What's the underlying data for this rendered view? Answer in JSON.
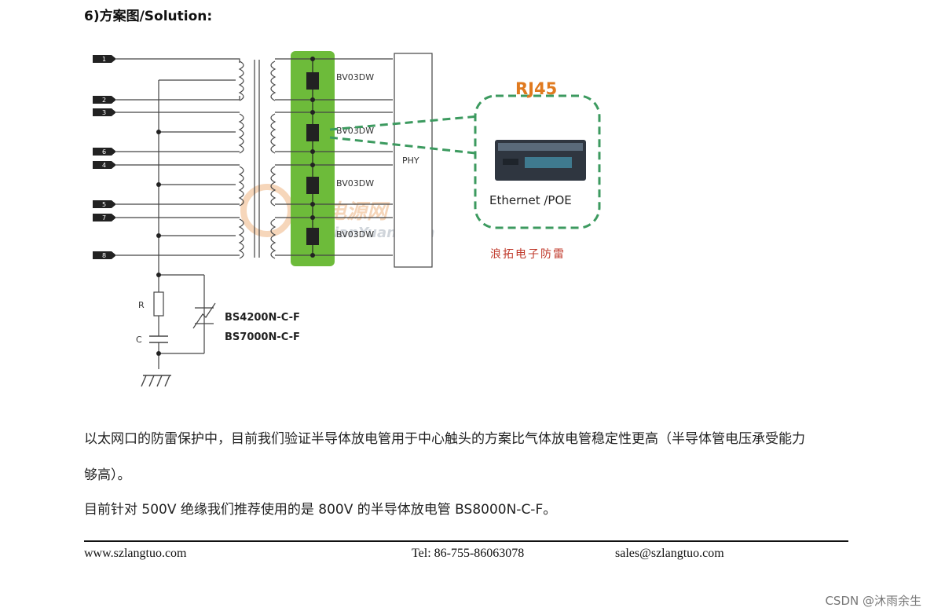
{
  "heading": "6)方案图/Solution:",
  "diagram": {
    "pins": [
      "1",
      "2",
      "3",
      "6",
      "4",
      "5",
      "7",
      "8"
    ],
    "tvs_label": "BV03DW",
    "phy_label": "PHY",
    "rj45_label": "RJ45",
    "ethernet_label": "Ethernet /POE",
    "company_stamp": "浪拓电子防雷",
    "watermark_cn": "电源网",
    "watermark_en": "DianYuan.com",
    "r_label": "R",
    "c_label": "C",
    "part1": "BS4200N-C-F",
    "part2": "BS7000N-C-F",
    "colors": {
      "green": "#6dbb3a",
      "dashed": "#3c9a5f",
      "rj45": "#e07a1f",
      "stamp": "#c0392b"
    }
  },
  "paragraphs": {
    "line1": "以太网口的防雷保护中，目前我们验证半导体放电管用于中心触头的方案比气体放电管稳定性更高（半导体管电压承受能力",
    "line2": "够高）。",
    "line3": "目前针对 500V 绝缘我们推荐使用的是 800V 的半导体放电管 BS8000N-C-F。"
  },
  "footer": {
    "website": "www.szlangtuo.com",
    "tel": "Tel: 86-755-86063078",
    "email": "sales@szlangtuo.com"
  },
  "csdn_watermark": "CSDN @沐雨余生"
}
